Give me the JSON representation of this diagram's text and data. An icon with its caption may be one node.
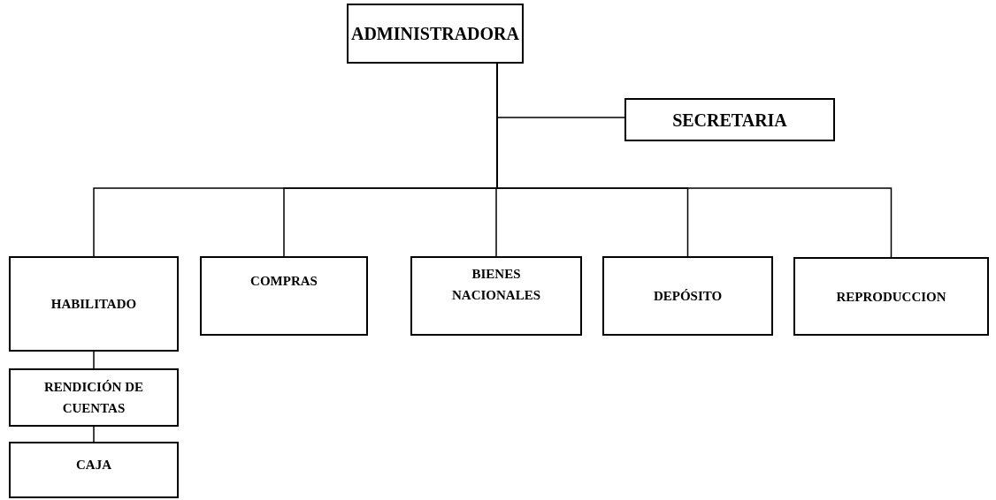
{
  "diagram": {
    "nodes": [
      {
        "text": [
          "ADMINISTRADORA"
        ]
      },
      {
        "text": [
          "SECRETARIA"
        ]
      },
      {
        "text": [
          "HABILITADO"
        ]
      },
      {
        "text": [
          "COMPRAS"
        ]
      },
      {
        "text": [
          "BIENES NACIONALES"
        ]
      },
      {
        "text": [
          "DEPÓSITO"
        ]
      },
      {
        "text": [
          "REPRODUCCION"
        ]
      },
      {
        "text": [
          "RENDICIÓN DE CUENTAS"
        ]
      },
      {
        "text": [
          "CAJA"
        ]
      }
    ],
    "edges": [
      {
        "from": 0,
        "to": 1,
        "arrow": "none"
      },
      {
        "from": 0,
        "to": 2,
        "arrow": "none"
      },
      {
        "from": 0,
        "to": 3,
        "arrow": "none"
      },
      {
        "from": 0,
        "to": 4,
        "arrow": "none"
      },
      {
        "from": 0,
        "to": 5,
        "arrow": "none"
      },
      {
        "from": 0,
        "to": 6,
        "arrow": "none"
      },
      {
        "from": 2,
        "to": 7,
        "arrow": "none"
      },
      {
        "from": 7,
        "to": 8,
        "arrow": "none"
      }
    ]
  }
}
